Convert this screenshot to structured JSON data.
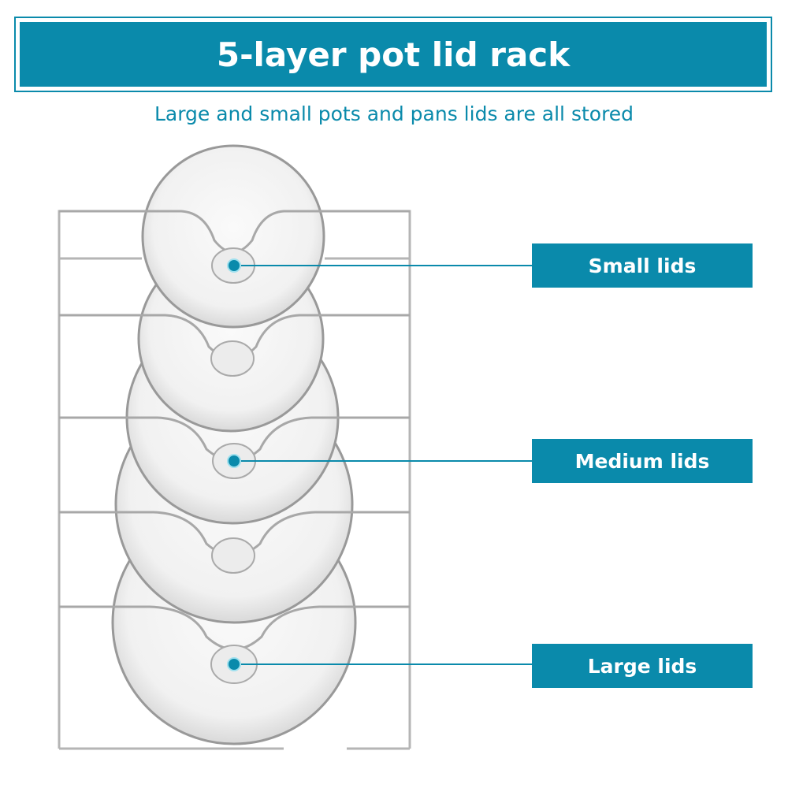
{
  "header": {
    "title": "5-layer pot lid rack"
  },
  "subtitle": "Large and small pots and pans lids are all stored",
  "labels": [
    {
      "text": "Small lids"
    },
    {
      "text": "Medium lids"
    },
    {
      "text": "Large lids"
    }
  ],
  "colors": {
    "accent": "#0a8aab"
  }
}
